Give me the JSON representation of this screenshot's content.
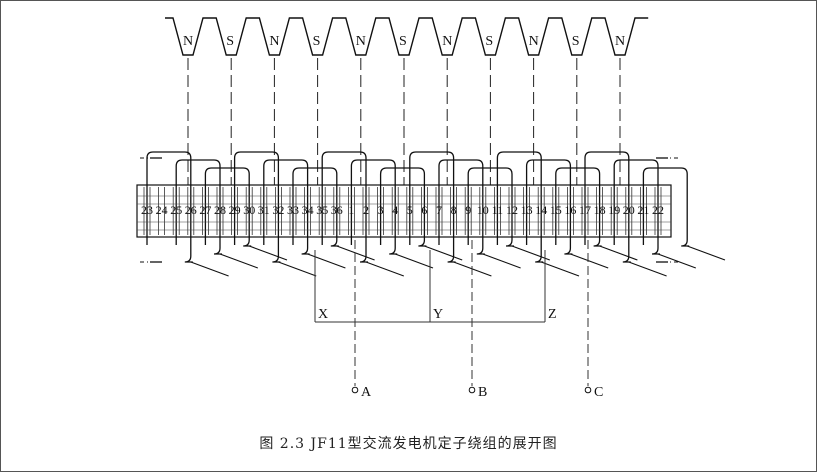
{
  "poles": [
    "N",
    "S",
    "N",
    "S",
    "N",
    "S",
    "N",
    "S",
    "N",
    "S",
    "N"
  ],
  "slots": [
    "23",
    "24",
    "25",
    "26",
    "27",
    "28",
    "29",
    "30",
    "31",
    "32",
    "33",
    "34",
    "35",
    "36",
    "1",
    "2",
    "3",
    "4",
    "5",
    "6",
    "7",
    "8",
    "9",
    "10",
    "11",
    "12",
    "13",
    "14",
    "15",
    "16",
    "17",
    "18",
    "19",
    "20",
    "21",
    "22"
  ],
  "neutral_labels": [
    "X",
    "Y",
    "Z"
  ],
  "terminal_labels": [
    "A",
    "B",
    "C"
  ],
  "caption": "图 2.3   JF11型交流发电机定子绕组的展开图"
}
